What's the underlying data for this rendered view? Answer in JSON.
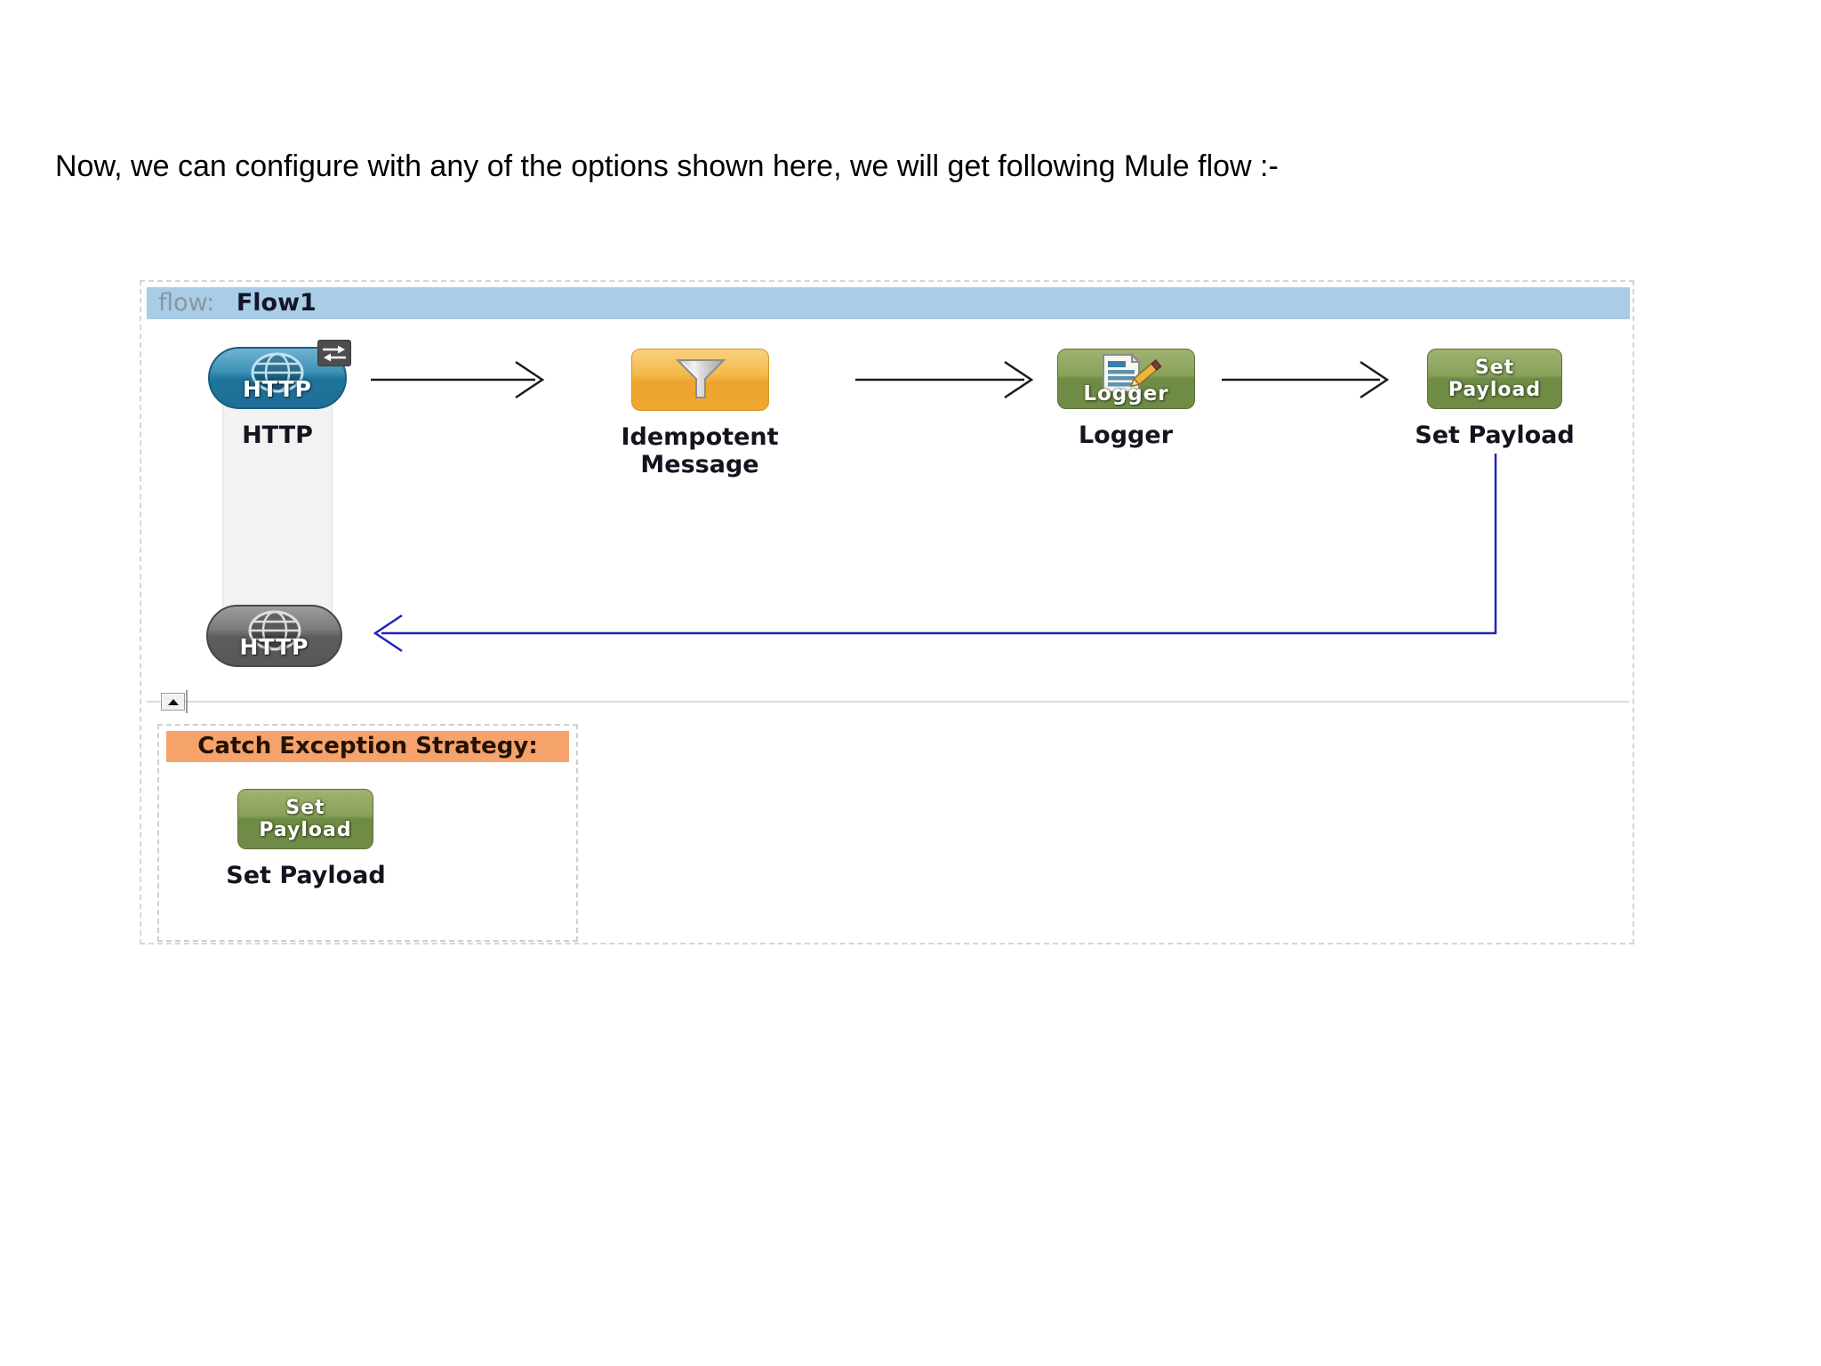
{
  "page": {
    "title": "Now, we can configure with any of the options shown here, we will get following Mule flow :-"
  },
  "flow": {
    "header": {
      "type_label": "flow:",
      "name": "Flow1"
    },
    "nodes": {
      "http_inbound": {
        "icon_text": "HTTP",
        "label": "HTTP"
      },
      "idempotent_message": {
        "label_line1": "Idempotent",
        "label_line2": "Message"
      },
      "logger": {
        "icon_text": "Logger",
        "label": "Logger"
      },
      "set_payload": {
        "icon_line1": "Set",
        "icon_line2": "Payload",
        "label": "Set Payload"
      },
      "http_response": {
        "icon_text": "HTTP"
      }
    }
  },
  "exception_strategy": {
    "header": "Catch Exception Strategy:",
    "set_payload": {
      "icon_line1": "Set",
      "icon_line2": "Payload",
      "label": "Set Payload"
    }
  },
  "colors": {
    "flow_header_bg": "#a9cde6",
    "exception_header_bg": "#f5a36b",
    "connector_black": "#1a1a1a",
    "connector_return_blue": "#2323bb",
    "http_endpoint_blue": "#27759c",
    "http_response_gray": "#6b6b6b",
    "component_green": "#7d9a52",
    "component_orange": "#f0ab33"
  }
}
